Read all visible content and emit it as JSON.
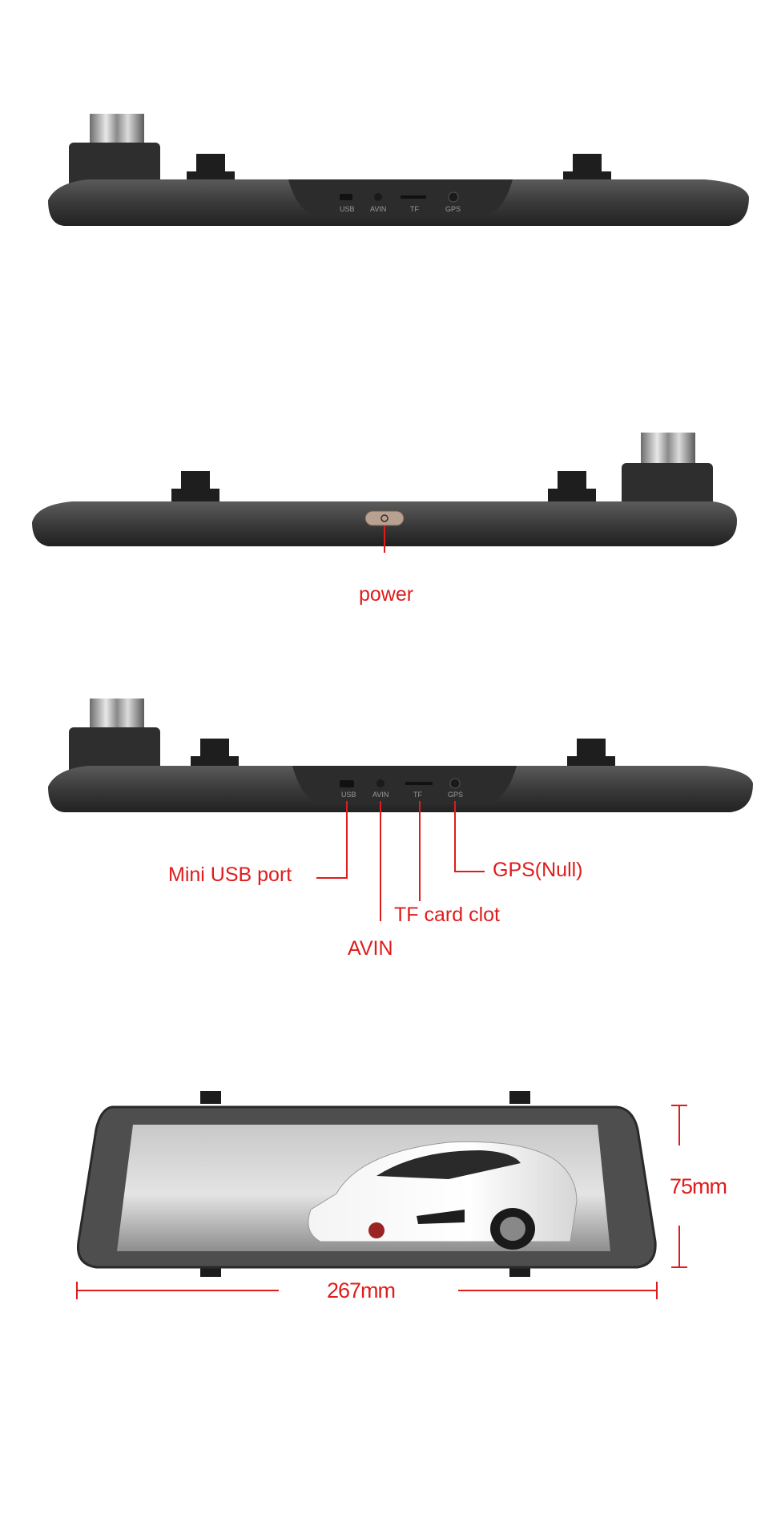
{
  "ports": {
    "usb": "USB",
    "avin": "AVIN",
    "tf": "TF",
    "gps": "GPS"
  },
  "callouts": {
    "power": "power",
    "mini_usb": "Mini USB port",
    "gps": "GPS(Null)",
    "tf_card": "TF card clot",
    "avin": "AVIN"
  },
  "dimensions": {
    "height": "75mm",
    "width": "267mm"
  },
  "colors": {
    "label_red": "#e01b1b",
    "device_dark": "#3a3a3a",
    "device_body": "#4a4a4a"
  },
  "icons": {
    "power_button": "power-icon"
  }
}
